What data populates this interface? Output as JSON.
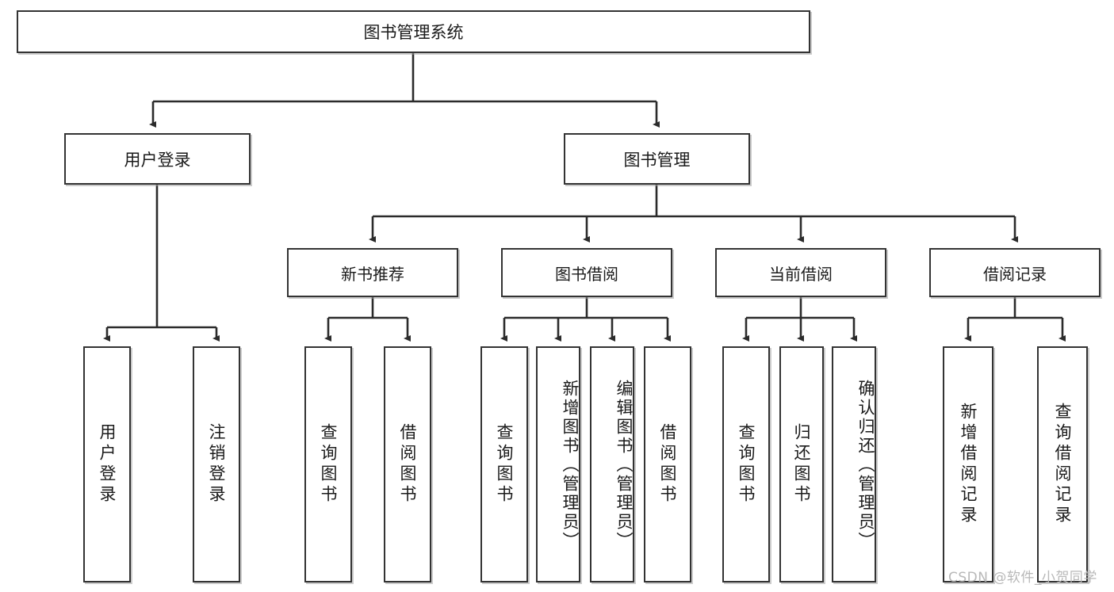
{
  "diagram": {
    "title": "图书管理系统",
    "type": "tree-hierarchy-diagram",
    "watermark": "CSDN @软件_小贺同学",
    "colors": {
      "node_border": "#333333",
      "node_fill": "#ffffff",
      "edge": "#2b2b2b",
      "text": "#1a1a1a",
      "watermark": "#b8b8b8",
      "background": "#ffffff"
    },
    "root": {
      "label": "图书管理系统"
    },
    "level2": [
      {
        "label": "用户登录"
      },
      {
        "label": "图书管理"
      }
    ],
    "level3": [
      {
        "label": "新书推荐"
      },
      {
        "label": "图书借阅"
      },
      {
        "label": "当前借阅"
      },
      {
        "label": "借阅记录"
      }
    ],
    "leaves": {
      "user_login": [
        {
          "label": "用户登录"
        },
        {
          "label": "注销登录"
        }
      ],
      "new_book_recommend": [
        {
          "label": "查询图书"
        },
        {
          "label": "借阅图书"
        }
      ],
      "book_borrow": [
        {
          "label": "查询图书"
        },
        {
          "label": "新增图书（管理员）"
        },
        {
          "label": "编辑图书（管理员）"
        },
        {
          "label": "借阅图书"
        }
      ],
      "current_borrow": [
        {
          "label": "查询图书"
        },
        {
          "label": "归还图书"
        },
        {
          "label": "确认归还（管理员）"
        }
      ],
      "borrow_record": [
        {
          "label": "新增借阅记录"
        },
        {
          "label": "查询借阅记录"
        }
      ]
    }
  }
}
